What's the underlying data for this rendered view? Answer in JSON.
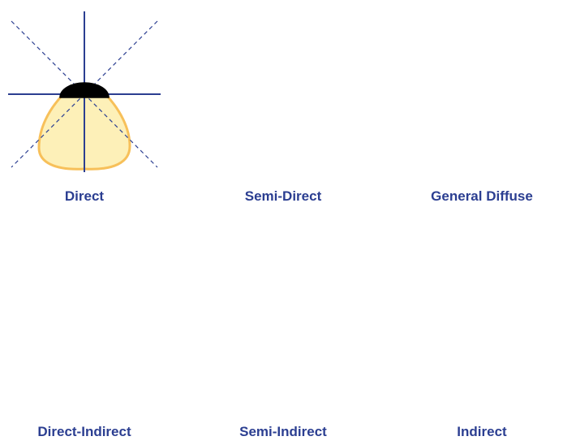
{
  "colors": {
    "blob_fill": "#fdf0b8",
    "blob_stroke": "#f7c05a",
    "axis": "#2b3e91",
    "label": "#2b3e91",
    "lamp_dark": "#000000",
    "lamp_grey": "#bdbdbd",
    "lamp_white": "#ffffff"
  },
  "diagrams": [
    {
      "label": "Direct"
    },
    {
      "label": "Semi-Direct"
    },
    {
      "label": "General Diffuse"
    },
    {
      "label": "Direct-Indirect"
    },
    {
      "label": "Semi-Indirect"
    },
    {
      "label": "Indirect"
    }
  ]
}
